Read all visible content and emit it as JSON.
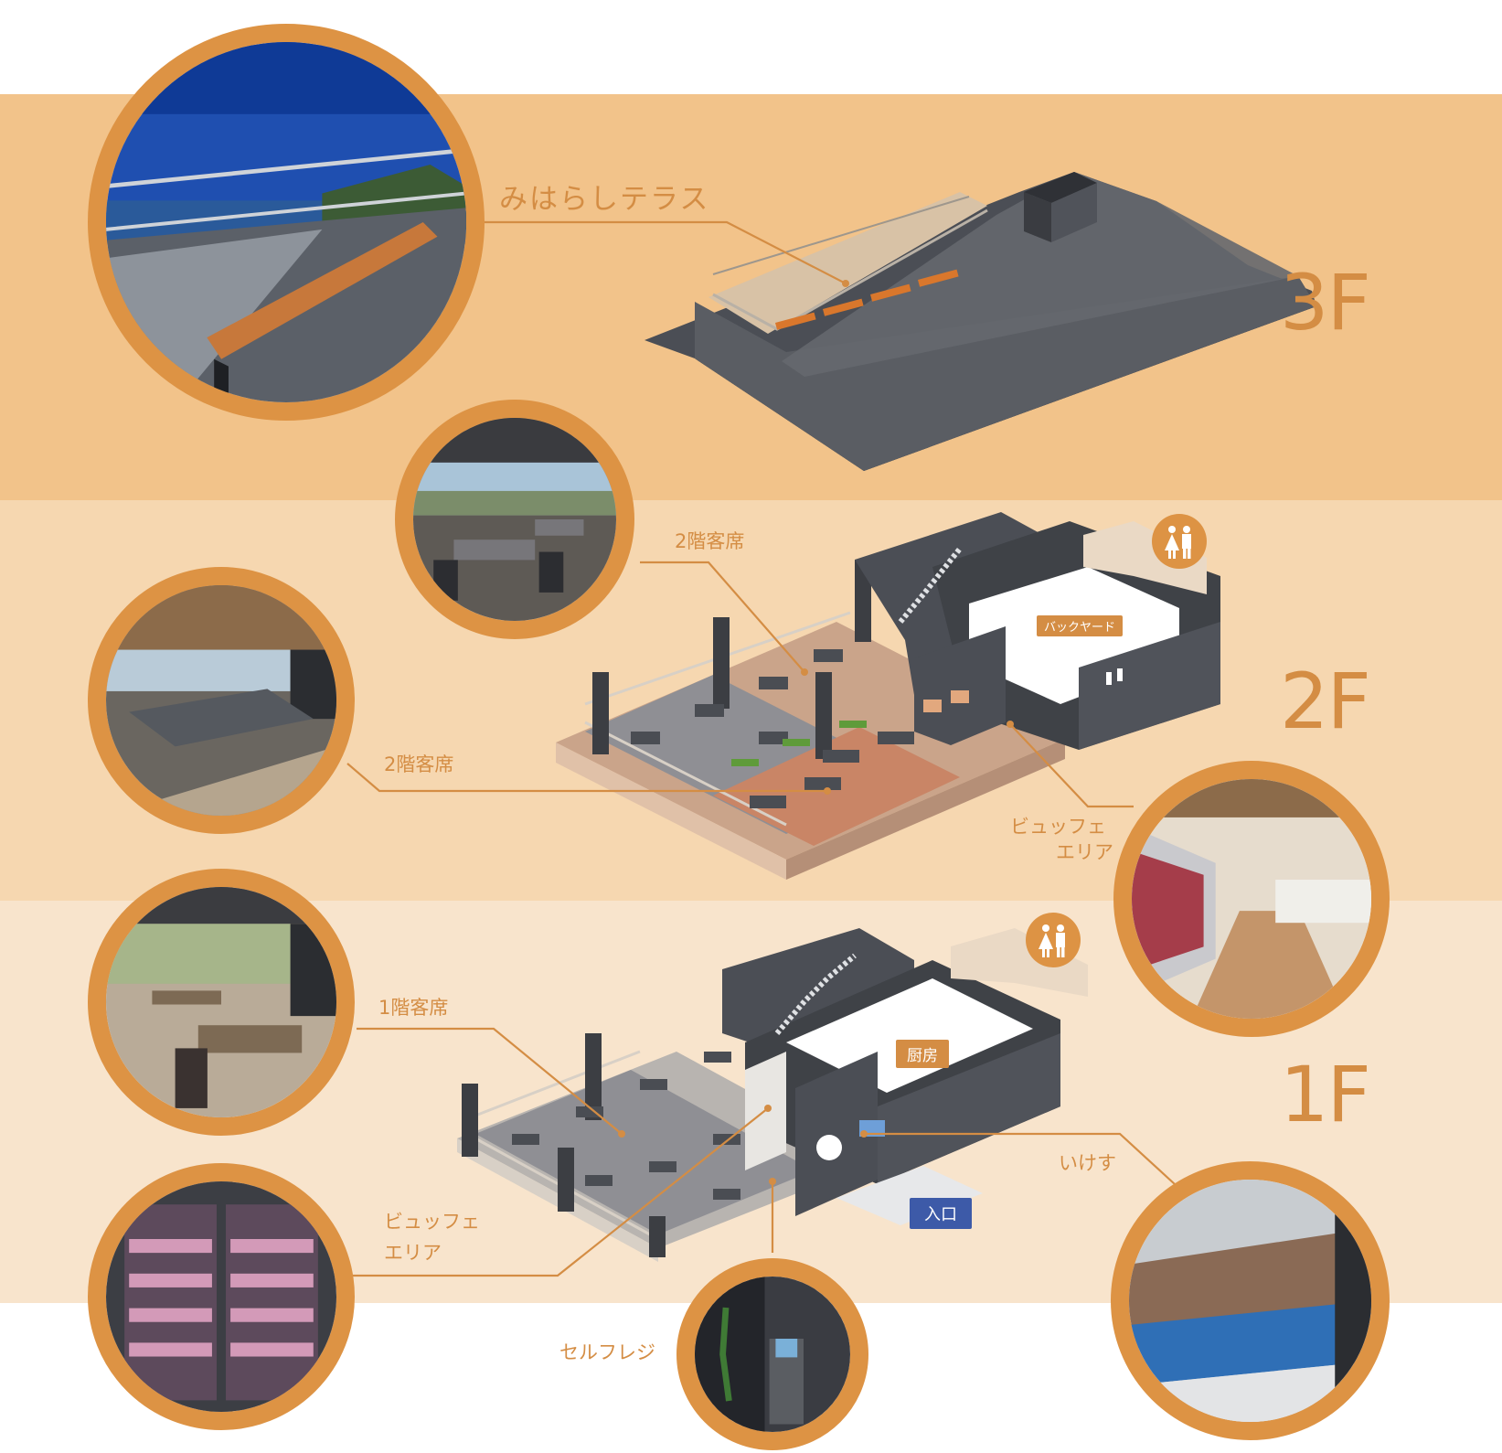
{
  "floors": {
    "f3": "3F",
    "f2": "2F",
    "f1": "1F"
  },
  "labels": {
    "terrace": "みはらしテラス",
    "seat2f_top": "2階客席",
    "seat2f_left": "2階客席",
    "buffet2f_line1": "ビュッフェ",
    "buffet2f_line2": "エリア",
    "seat1f": "1階客席",
    "buffet1f_line1": "ビュッフェ",
    "buffet1f_line2": "エリア",
    "ikesu": "いけす",
    "selfregi": "セルフレジ"
  },
  "tags": {
    "backyard": "バックヤード",
    "kitchen": "厨房",
    "entrance": "入口"
  },
  "colors": {
    "accent": "#dd9344",
    "label_text": "#d48d44",
    "band_3f": "#f2c38a",
    "band_2f": "#f6d7b0",
    "band_1f": "#f8e4cc",
    "wall": "#4b4e55",
    "floor_gray": "#8f8f94",
    "entrance_blue": "#3d5aa8"
  },
  "icons": {
    "restroom_2f": "restroom-icon",
    "restroom_1f": "restroom-icon"
  }
}
